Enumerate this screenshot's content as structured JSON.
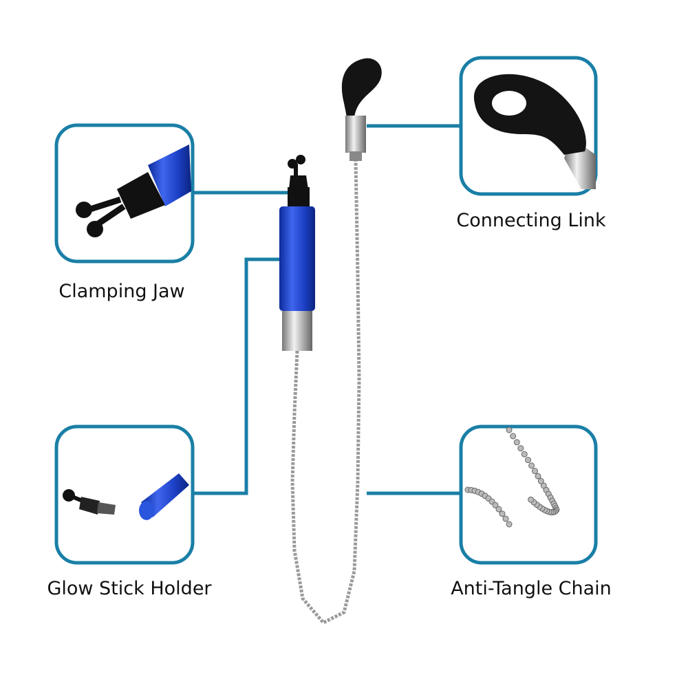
{
  "accent_color": "#1a7fa6",
  "product_color": "#1c3fc4",
  "callouts": [
    {
      "label": "Clamping Jaw",
      "icon": "clamping-jaw"
    },
    {
      "label": "Connecting Link",
      "icon": "connecting-link"
    },
    {
      "label": "Glow Stick Holder",
      "icon": "glow-stick-holder"
    },
    {
      "label": "Anti-Tangle Chain",
      "icon": "bead-chain"
    }
  ]
}
